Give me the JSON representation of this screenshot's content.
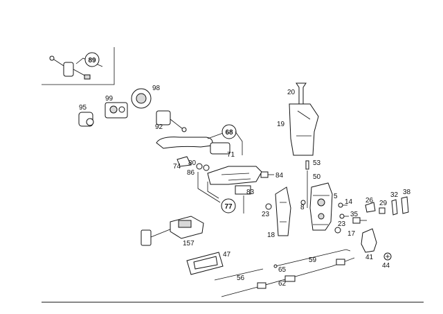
{
  "labels": {
    "l95": "95",
    "l99": "99",
    "l98": "98",
    "l92": "92",
    "l20": "20",
    "l19": "19",
    "l71": "71",
    "l74": "74",
    "l80": "80",
    "l86": "86",
    "l84": "84",
    "l53": "53",
    "l50": "50",
    "l83": "83",
    "l5": "5",
    "l14": "14",
    "l26": "26",
    "l32": "32",
    "l38": "38",
    "l29": "29",
    "l8": "8",
    "l23a": "23",
    "l23b": "23",
    "l35": "35",
    "l18": "18",
    "l17": "17",
    "l157": "157",
    "l47": "47",
    "l41": "41",
    "l44": "44",
    "l59": "59",
    "l56": "56",
    "l65": "65",
    "l62": "62"
  },
  "callouts": {
    "c89": "89",
    "c68": "68",
    "c77": "77"
  }
}
